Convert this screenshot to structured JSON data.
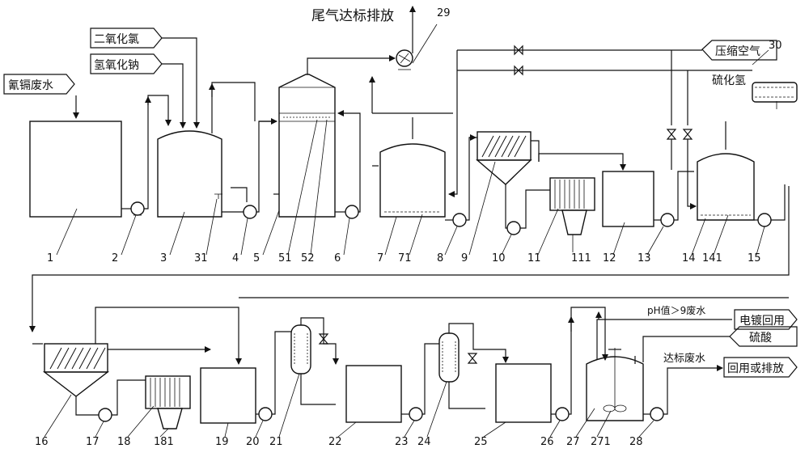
{
  "labels": {
    "cyanide_cadmium_wastewater": "氰镉废水",
    "chlorine_dioxide": "二氧化氯",
    "sodium_hydroxide": "氢氧化钠",
    "exhaust_discharge": "尾气达标排放",
    "compressed_air": "压缩空气",
    "hydrogen_sulfide": "硫化氢",
    "ph_wastewater": "pH值＞9废水",
    "electroplating_reuse": "电镀回用",
    "sulfuric_acid": "硫酸",
    "compliant_wastewater": "达标废水",
    "reuse_or_discharge": "回用或排放"
  },
  "numbers": {
    "n1": "1",
    "n2": "2",
    "n3": "3",
    "n31": "31",
    "n4": "4",
    "n5": "5",
    "n51": "51",
    "n52": "52",
    "n6": "6",
    "n7": "7",
    "n71": "71",
    "n8": "8",
    "n9": "9",
    "n10": "10",
    "n11": "11",
    "n111": "111",
    "n12": "12",
    "n13": "13",
    "n14": "14",
    "n141": "141",
    "n15": "15",
    "n16": "16",
    "n17": "17",
    "n18": "18",
    "n181": "181",
    "n19": "19",
    "n20": "20",
    "n21": "21",
    "n22": "22",
    "n23": "23",
    "n24": "24",
    "n25": "25",
    "n26": "26",
    "n27": "27",
    "n271": "271",
    "n28": "28",
    "n29": "29",
    "n30": "30"
  }
}
